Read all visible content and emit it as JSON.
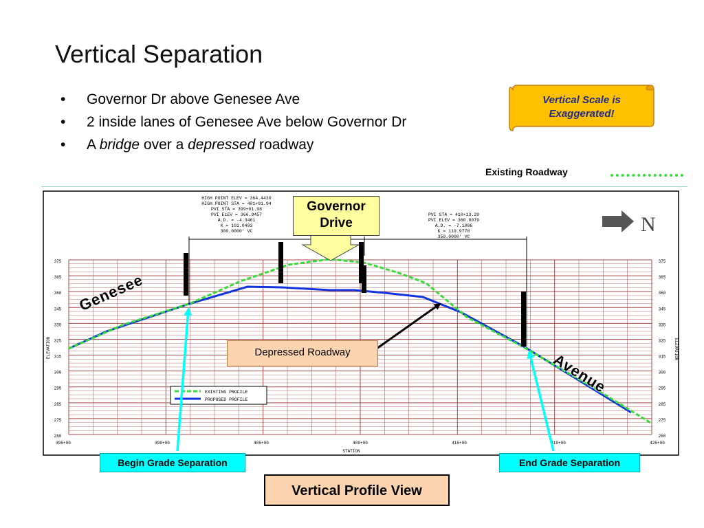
{
  "slide": {
    "title": "Vertical Separation",
    "bullets": [
      {
        "dot": "•",
        "parts": [
          {
            "text": "Governor Dr above Genesee Ave",
            "italic": false
          }
        ]
      },
      {
        "dot": "•",
        "parts": [
          {
            "text": "2 inside lanes of Genesee Ave below Governor Dr",
            "italic": false
          }
        ]
      },
      {
        "dot": "•",
        "parts": [
          {
            "text": "A ",
            "italic": false
          },
          {
            "text": "bridge",
            "italic": true
          },
          {
            "text": " over a ",
            "italic": false
          },
          {
            "text": "depressed",
            "italic": true
          },
          {
            "text": " roadway",
            "italic": false
          }
        ]
      }
    ]
  },
  "notes": {
    "scale_note_line1": "Vertical Scale is",
    "scale_note_line2": "Exaggerated!",
    "existing_roadway": "Existing Roadway"
  },
  "callouts": {
    "governor_line1": "Governor",
    "governor_line2": "Drive",
    "depressed": "Depressed Roadway",
    "begin": "Begin Grade Separation",
    "end": "End Grade Separation",
    "view": "Vertical Profile View"
  },
  "roads": {
    "genesee": "Genesee",
    "avenue": "Avenue"
  },
  "profile": {
    "station_label": "STATION",
    "elevation_label": "ELEVATION",
    "north_label": "N",
    "x_ticks": [
      "395+00",
      "399+00",
      "405+00",
      "409+00",
      "415+00",
      "419+00",
      "425+00"
    ],
    "y_ticks": [
      "375",
      "365",
      "360",
      "345",
      "335",
      "325",
      "315",
      "300",
      "295",
      "285",
      "275",
      "260"
    ],
    "legend_existing": "EXISTING PROFILE",
    "legend_proposed": "PROPOSED PROFILE",
    "high_point_block": [
      "HIGH POINT ELEV = 364.4430",
      "HIGH POINT STA = 401+01.94",
      "PVI STA = 399+01.98",
      "PVI ELEV = 366.9457",
      "A.D. = -4.3461",
      "K = 101.0493",
      "300.0000' VC"
    ],
    "pvi_block": [
      "PVI STA = 410+13.29",
      "PVI ELEV = 360.0079",
      "A.D. = -7.1086",
      "K = 119.9778",
      "350.0000' VC"
    ],
    "colors": {
      "existing": "#33dd33",
      "proposed": "#1133dd",
      "grid": "#a84a4a",
      "arrow": "#00ffff"
    }
  }
}
